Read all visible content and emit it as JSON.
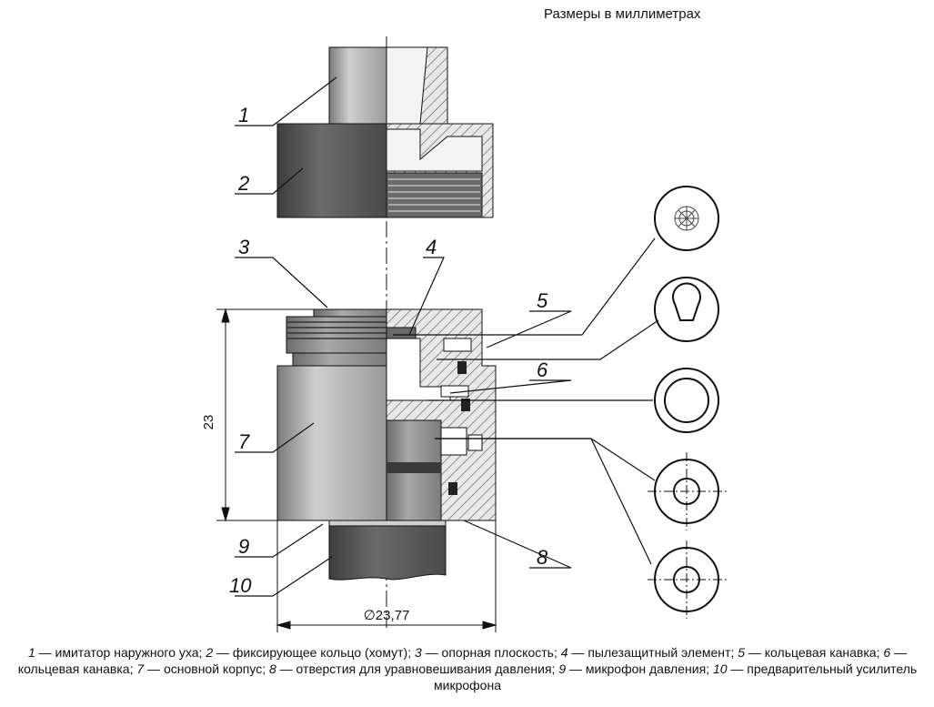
{
  "header": {
    "units_note": "Размеры в миллиметрах"
  },
  "labels": [
    "1",
    "2",
    "3",
    "4",
    "5",
    "6",
    "7",
    "8",
    "9",
    "10"
  ],
  "dimensions": {
    "height": "23",
    "diameter": "∅23,77"
  },
  "caption": [
    {
      "num": "1",
      "text": " — имитатор наружного уха; "
    },
    {
      "num": "2",
      "text": " — фиксирующее кольцо (хомут); "
    },
    {
      "num": "3",
      "text": " — опорная плоскость; "
    },
    {
      "num": "4",
      "text": " — пылезащитный элемент; "
    },
    {
      "num": "5",
      "text": " — кольцевая канавка; "
    },
    {
      "num": "6",
      "text": " — кольцевая канавка; "
    },
    {
      "num": "7",
      "text": " — основной корпус; "
    },
    {
      "num": "8",
      "text": " — отверстия для уравновешивания давления; "
    },
    {
      "num": "9",
      "text": " — микрофон давления; "
    },
    {
      "num": "10",
      "text": " — предварительный усилитель микрофона"
    }
  ],
  "colors": {
    "body_dark": "#5a5a5a",
    "body_mid": "#8c8c8c",
    "body_light": "#cfcfcf",
    "line": "#111111"
  }
}
